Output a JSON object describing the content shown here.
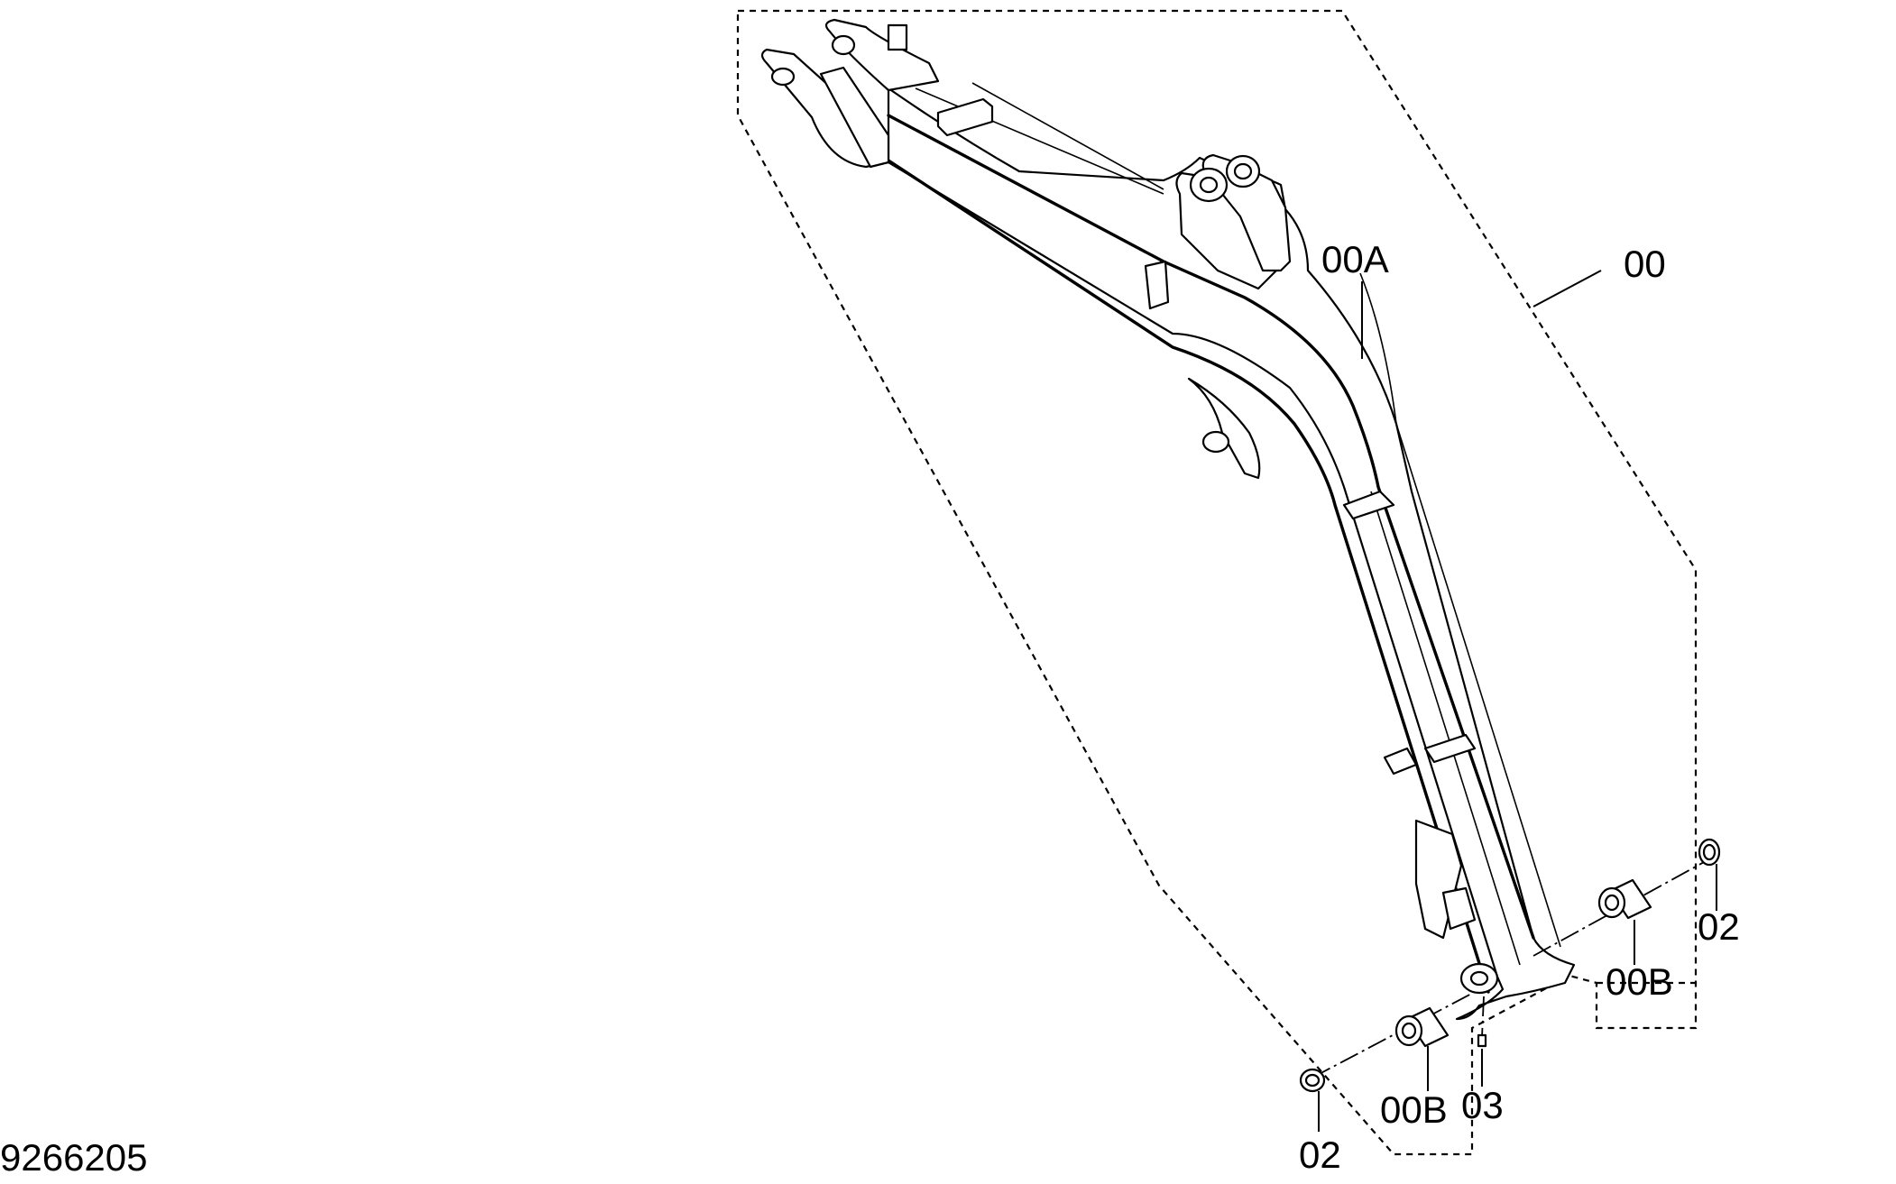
{
  "figure_id": "9266205",
  "callouts": {
    "assembly": "00",
    "boom": "00A",
    "bushing_right": "00B",
    "bushing_left": "00B",
    "shim_right": "02",
    "shim_left": "02",
    "grease_fitting": "03"
  }
}
